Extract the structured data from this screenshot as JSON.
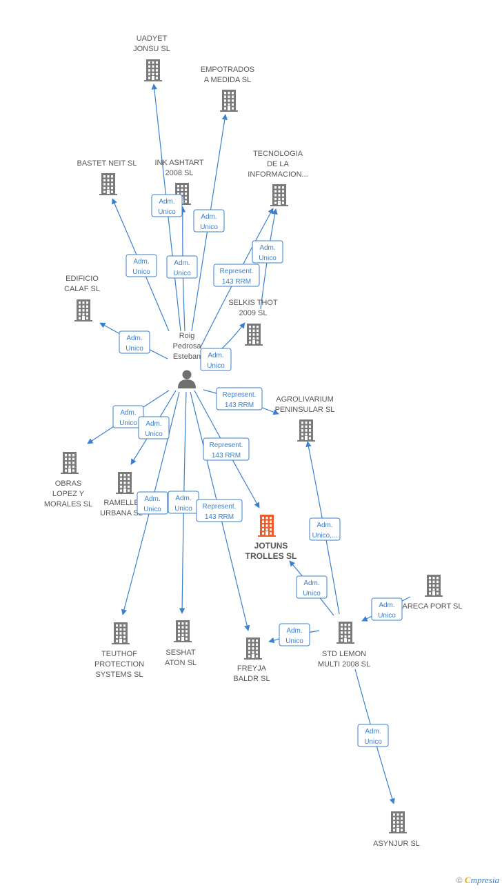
{
  "colors": {
    "edge": "#3a7fd0",
    "building": "#7a7a7a",
    "focus": "#f05a28",
    "person": "#6f6f6f",
    "label": "#555555"
  },
  "person": {
    "id": "roig",
    "label": [
      "Roig",
      "Pedrosa",
      "Esteban"
    ],
    "icon": "person-icon"
  },
  "nodes": [
    {
      "id": "uadyet",
      "label": [
        "UADYET",
        "JONSU SL"
      ]
    },
    {
      "id": "empotrados",
      "label": [
        "EMPOTRADOS",
        "A MEDIDA SL"
      ]
    },
    {
      "id": "tecnologia",
      "label": [
        "TECNOLOGIA",
        "DE LA",
        "INFORMACION..."
      ]
    },
    {
      "id": "inkashtart",
      "label": [
        "INK ASHTART",
        "2008 SL"
      ]
    },
    {
      "id": "bastet",
      "label": [
        "BASTET NEIT SL"
      ]
    },
    {
      "id": "edificio",
      "label": [
        "EDIFICIO",
        "CALAF SL"
      ]
    },
    {
      "id": "selkis",
      "label": [
        "SELKIS THOT",
        "2009 SL"
      ]
    },
    {
      "id": "agrolivarium",
      "label": [
        "AGROLIVARIUM",
        "PENINSULAR SL"
      ]
    },
    {
      "id": "obras",
      "label": [
        "OBRAS",
        "LOPEZ Y",
        "MORALES SL"
      ]
    },
    {
      "id": "ramelle",
      "label": [
        "RAMELLE",
        "URBANA SL"
      ]
    },
    {
      "id": "jotuns",
      "label": [
        "JOTUNS",
        "TROLLES SL"
      ],
      "focus": true
    },
    {
      "id": "areca",
      "label": [
        "ARECA PORT SL"
      ]
    },
    {
      "id": "teuthof",
      "label": [
        "TEUTHOF",
        "PROTECTION",
        "SYSTEMS SL"
      ]
    },
    {
      "id": "seshat",
      "label": [
        "SESHAT",
        "ATON SL"
      ]
    },
    {
      "id": "freyja",
      "label": [
        "FREYJA",
        "BALDR SL"
      ]
    },
    {
      "id": "stdlemon",
      "label": [
        "STD LEMON",
        "MULTI 2008 SL"
      ]
    },
    {
      "id": "asynjur",
      "label": [
        "ASYNJUR SL"
      ]
    }
  ],
  "edges": [
    {
      "from": "roig",
      "to": "uadyet",
      "label": [
        "Adm.",
        "Unico"
      ]
    },
    {
      "from": "roig",
      "to": "empotrados",
      "label": [
        "Adm.",
        "Unico"
      ]
    },
    {
      "from": "roig",
      "to": "inkashtart",
      "label": [
        "Adm.",
        "Unico"
      ]
    },
    {
      "from": "roig",
      "to": "bastet",
      "label": [
        "Adm.",
        "Unico"
      ]
    },
    {
      "from": "roig",
      "to": "tecnologia",
      "label": [
        "Represent.",
        "143 RRM"
      ]
    },
    {
      "from": "selkis",
      "to": "tecnologia",
      "label": [
        "Adm.",
        "Unico"
      ]
    },
    {
      "from": "roig",
      "to": "edificio",
      "label": [
        "Adm.",
        "Unico"
      ]
    },
    {
      "from": "roig",
      "to": "selkis",
      "label": [
        "Adm.",
        "Unico"
      ]
    },
    {
      "from": "roig",
      "to": "agrolivarium",
      "label": [
        "Represent.",
        "143 RRM"
      ]
    },
    {
      "from": "roig",
      "to": "obras",
      "label": [
        "Adm.",
        "Unico"
      ]
    },
    {
      "from": "roig",
      "to": "ramelle",
      "label": [
        "Adm.",
        "Unico"
      ]
    },
    {
      "from": "roig",
      "to": "jotuns",
      "label": [
        "Represent.",
        "143 RRM"
      ]
    },
    {
      "from": "roig",
      "to": "teuthof",
      "label": [
        "Adm.",
        "Unico"
      ]
    },
    {
      "from": "roig",
      "to": "seshat",
      "label": [
        "Adm.",
        "Unico"
      ]
    },
    {
      "from": "roig",
      "to": "freyja",
      "label": [
        "Represent.",
        "143 RRM"
      ]
    },
    {
      "from": "stdlemon",
      "to": "agrolivarium",
      "label": [
        "Adm.",
        "Unico,..."
      ]
    },
    {
      "from": "stdlemon",
      "to": "jotuns",
      "label": [
        "Adm.",
        "Unico"
      ]
    },
    {
      "from": "areca",
      "to": "stdlemon",
      "label": [
        "Adm.",
        "Unico"
      ]
    },
    {
      "from": "stdlemon",
      "to": "freyja",
      "label": [
        "Adm.",
        "Unico"
      ]
    },
    {
      "from": "stdlemon",
      "to": "asynjur",
      "label": [
        "Adm.",
        "Unico"
      ]
    }
  ],
  "footer": {
    "copyright": "©",
    "brand_initial": "C",
    "brand_rest": "mpresia"
  }
}
